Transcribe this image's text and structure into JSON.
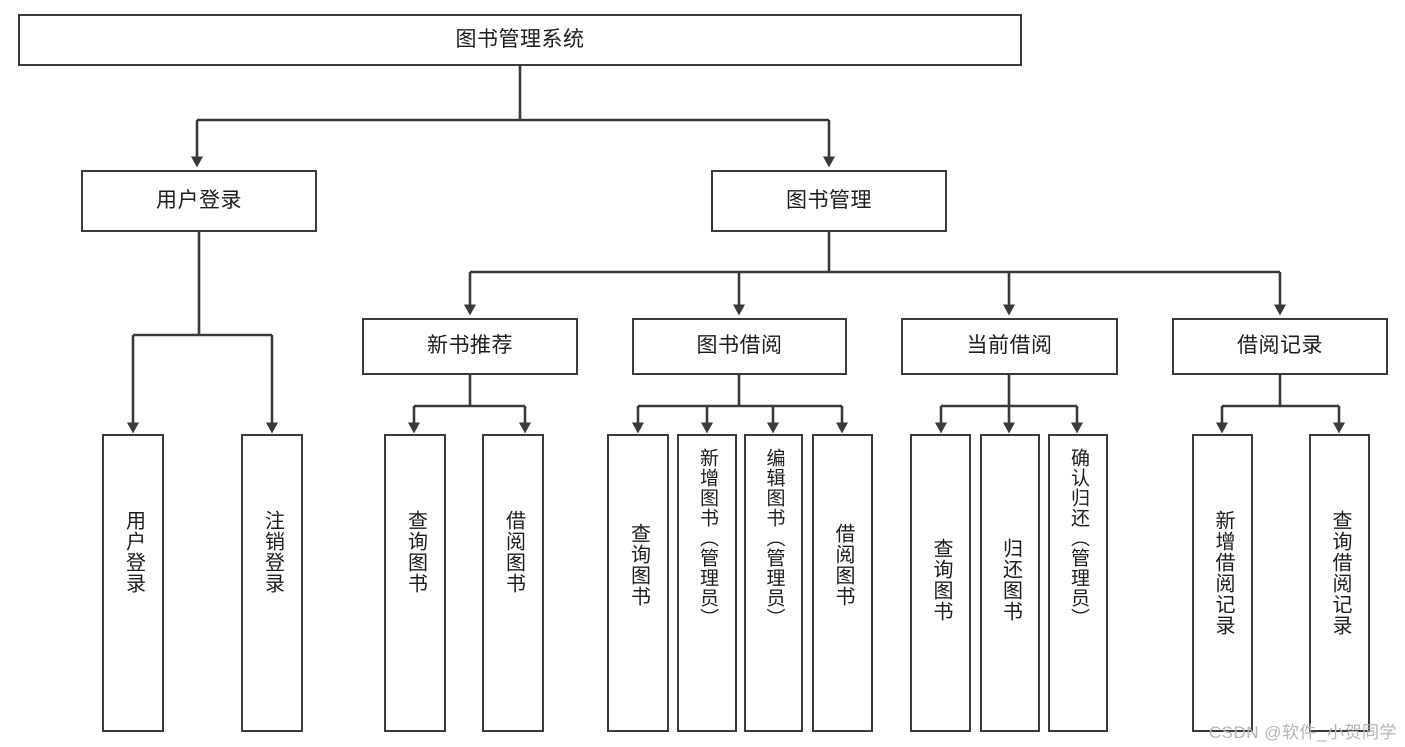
{
  "diagram": {
    "type": "tree-hierarchy-chart",
    "title": "图书管理系统",
    "watermark": "CSDN @软件_小贺同学",
    "colors": {
      "stroke": "#3a3a3a",
      "text": "#1d1d1d",
      "background": "#ffffff",
      "watermark": "#b5b5b5"
    },
    "root": {
      "label": "图书管理系统"
    },
    "level1": [
      {
        "label": "用户登录"
      },
      {
        "label": "图书管理"
      }
    ],
    "level2": [
      {
        "label": "新书推荐"
      },
      {
        "label": "图书借阅"
      },
      {
        "label": "当前借阅"
      },
      {
        "label": "借阅记录"
      }
    ],
    "leaves": {
      "user_login": [
        {
          "label": "用户登录"
        },
        {
          "label": "注销登录"
        }
      ],
      "new_book_recommend": [
        {
          "label": "查询图书"
        },
        {
          "label": "借阅图书"
        }
      ],
      "book_borrow": [
        {
          "label": "查询图书"
        },
        {
          "label": "新增图书（管理员）"
        },
        {
          "label": "编辑图书（管理员）"
        },
        {
          "label": "借阅图书"
        }
      ],
      "current_borrow": [
        {
          "label": "查询图书"
        },
        {
          "label": "归还图书"
        },
        {
          "label": "确认归还（管理员）"
        }
      ],
      "borrow_record": [
        {
          "label": "新增借阅记录"
        },
        {
          "label": "查询借阅记录"
        }
      ]
    }
  }
}
